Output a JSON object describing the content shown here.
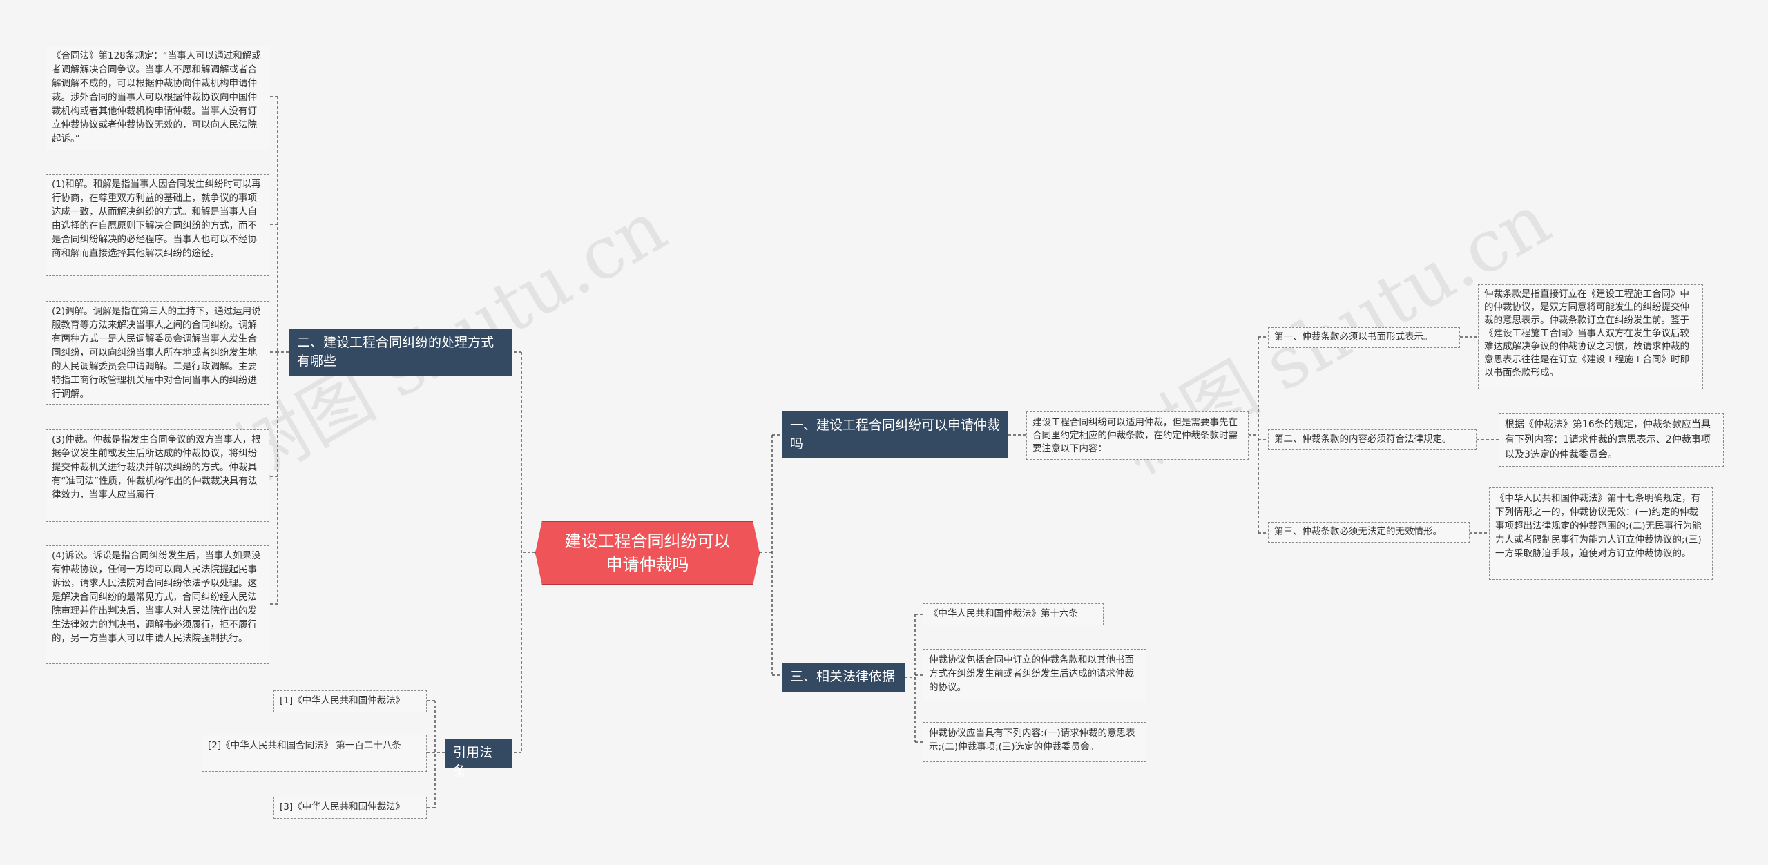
{
  "root": {
    "title": "建设工程合同纠纷可以申请仲裁吗"
  },
  "branches": {
    "b1": "一、建设工程合同纠纷可以申请仲裁吗",
    "b2": "二、建设工程合同纠纷的处理方式有哪些",
    "b3": "三、相关法律依据",
    "b4": "引用法条"
  },
  "b1_children": {
    "intro": "建设工程合同纠纷可以适用仲裁，但是需要事先在合同里约定相应的仲裁条款，在约定仲裁条款时需要注意以下内容：",
    "first": "第一、仲裁条款必须以书面形式表示。",
    "first_detail": "仲裁条款是指直接订立在《建设工程施工合同》中的仲裁协议，是双方同意将可能发生的纠纷提交仲裁的意思表示。仲裁条款订立在纠纷发生前。鉴于《建设工程施工合同》当事人双方在发生争议后较难达成解决争议的仲裁协议之习惯，故请求仲裁的意思表示往往是在订立《建设工程施工合同》时即以书面条款形成。",
    "second": "第二、仲裁条款的内容必须符合法律规定。",
    "second_detail": "根据《仲裁法》第16条的规定，仲裁条款应当具有下列内容：1请求仲裁的意思表示、2仲裁事项以及3选定的仲裁委员会。",
    "third": "第三、仲裁条款必须无法定的无效情形。",
    "third_detail": "《中华人民共和国仲裁法》第十七条明确规定，有下列情形之一的，仲裁协议无效：(一)约定的仲裁事项超出法律规定的仲裁范围的;(二)无民事行为能力人或者限制民事行为能力人订立仲裁协议的;(三)一方采取胁迫手段，迫使对方订立仲裁协议的。"
  },
  "b2_children": [
    "《合同法》第128条规定：“当事人可以通过和解或者调解解决合同争议。当事人不愿和解调解或者合解调解不成的，可以根据仲裁协向仲裁机构申请仲裁。涉外合同的当事人可以根据仲裁协议向中国仲裁机构或者其他仲裁机构申请仲裁。当事人没有订立仲裁协议或者仲裁协议无效的，可以向人民法院起诉。”",
    "(1)和解。和解是指当事人因合同发生纠纷时可以再行协商，在尊重双方利益的基础上，就争议的事项达成一致，从而解决纠纷的方式。和解是当事人自由选择的在自愿原则下解决合同纠纷的方式，而不是合同纠纷解决的必经程序。当事人也可以不经协商和解而直接选择其他解决纠纷的途径。",
    "(2)调解。调解是指在第三人的主持下，通过运用说服教育等方法来解决当事人之间的合同纠纷。调解有两种方式一是人民调解委员会调解当事人发生合同纠纷，可以向纠纷当事人所在地或者纠纷发生地的人民调解委员会申请调解。二是行政调解。主要特指工商行政管理机关居中对合同当事人的纠纷进行调解。",
    "(3)仲裁。仲裁是指发生合同争议的双方当事人，根据争议发生前或发生后所达成的仲裁协议，将纠纷提交仲裁机关进行裁决并解决纠纷的方式。仲裁具有“准司法”性质，仲裁机构作出的仲裁裁决具有法律效力，当事人应当履行。",
    "(4)诉讼。诉讼是指合同纠纷发生后，当事人如果没有仲裁协议，任何一方均可以向人民法院提起民事诉讼，请求人民法院对合同纠纷依法予以处理。这是解决合同纠纷的最常见方式，合同纠纷经人民法院审理并作出判决后，当事人对人民法院作出的发生法律效力的判决书，调解书必须履行，拒不履行的，另一方当事人可以申请人民法院强制执行。"
  ],
  "b3_children": [
    "《中华人民共和国仲裁法》第十六条",
    "仲裁协议包括合同中订立的仲裁条款和以其他书面方式在纠纷发生前或者纠纷发生后达成的请求仲裁的协议。",
    "仲裁协议应当具有下列内容:(一)请求仲裁的意思表示;(二)仲裁事项;(三)选定的仲裁委员会。"
  ],
  "b4_children": [
    "[1]《中华人民共和国仲裁法》",
    "[2]《中华人民共和国合同法》 第一百二十八条",
    "[3]《中华人民共和国仲裁法》"
  ],
  "watermark": "树图 shutu.cn",
  "colors": {
    "root": "#ef5458",
    "branch": "#344a63",
    "line": "#555555",
    "note_border": "#8a8a8a"
  }
}
